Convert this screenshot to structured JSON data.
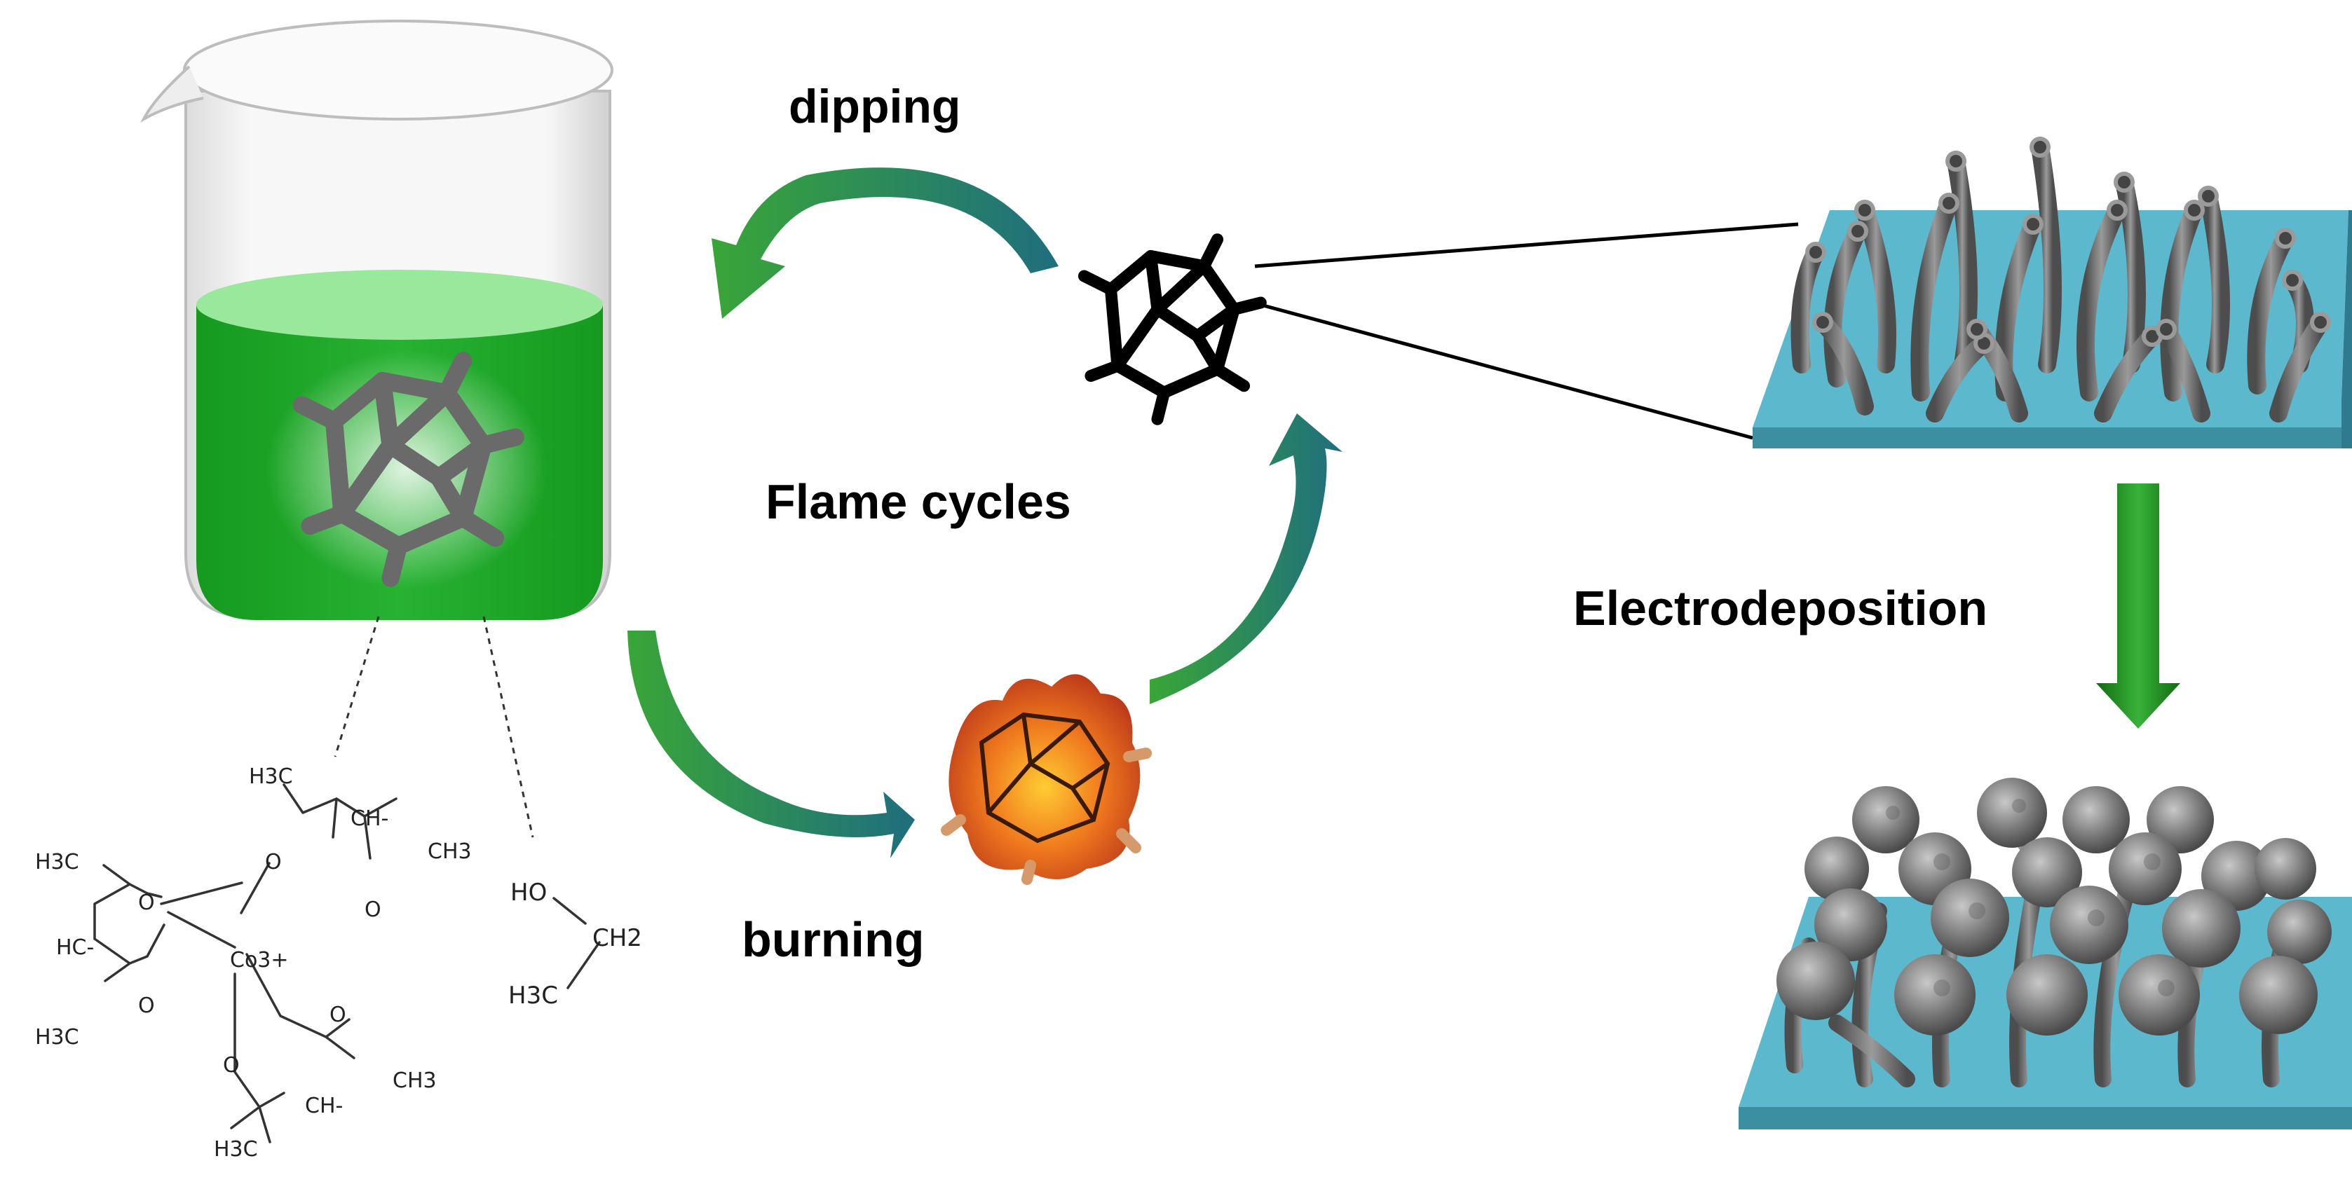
{
  "labels": {
    "dipping": "dipping",
    "flame_cycles": "Flame cycles",
    "burning": "burning",
    "electrodeposition": "Electrodeposition"
  },
  "molecule_co_acac": {
    "atoms": [
      "H3C",
      "CH-",
      "CH3",
      "O",
      "O",
      "H3C",
      "O",
      "HC-",
      "Co3+",
      "H3C",
      "O",
      "O",
      "O",
      "CH3",
      "CH-",
      "H3C"
    ]
  },
  "molecule_ethanol": {
    "atoms": [
      "HO",
      "CH2",
      "H3C"
    ]
  },
  "colors": {
    "solution_green": "#1fa52a",
    "arrow_green": "#2e9a2e",
    "arrow_dark": "#1e5f7a",
    "substrate_blue": "#5cb8cc",
    "tube_gray": "#6e6e6e",
    "down_arrow_green": "#1f8a1f"
  },
  "icons": [
    "beaker-icon",
    "foam-scaffold-icon",
    "burning-foam-icon",
    "nanotube-array-icon",
    "coated-nanotube-array-icon"
  ]
}
